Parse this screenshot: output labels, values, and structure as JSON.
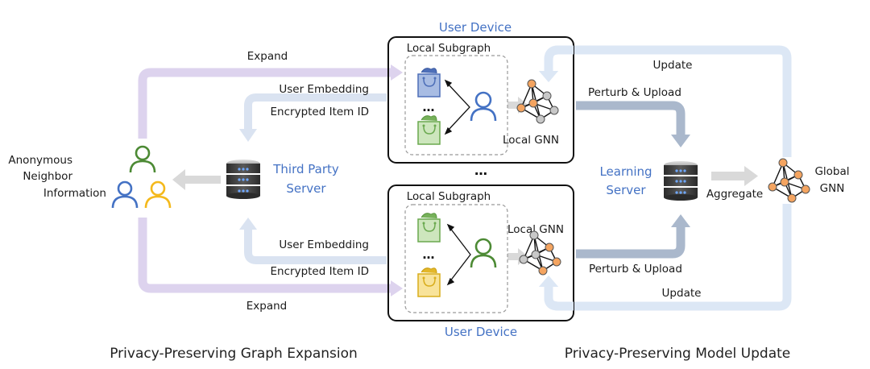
{
  "colors": {
    "expand_arrow": "#ddd3ee",
    "embedding_arrow": "#dae3f1",
    "upload_arrow": "#aab8cc",
    "update_arrow": "#dce7f5",
    "gray_arrow": "#d9d9d9",
    "accent_blue": "#4472c4",
    "user_green": "#4c8a34",
    "user_blue": "#4472c4",
    "user_yellow": "#f4b91c",
    "node_orange": "#f4a460",
    "node_gray": "#c8c8c8"
  },
  "left": {
    "neighbor_label": [
      "Anonymous",
      "Neighbor",
      "Information"
    ],
    "third_party_label": [
      "Third Party",
      "Server"
    ],
    "expand_top": "Expand",
    "expand_bottom": "Expand",
    "user_embedding_top": "User Embedding",
    "encrypted_item_top": "Encrypted Item ID",
    "user_embedding_bottom": "User Embedding",
    "encrypted_item_bottom": "Encrypted Item ID",
    "caption": "Privacy-Preserving Graph Expansion"
  },
  "devices": {
    "top_title": "User Device",
    "bottom_title": "User Device",
    "subgraph_label_top": "Local Subgraph",
    "subgraph_label_bottom": "Local Subgraph",
    "gnn_label_top": "Local GNN",
    "gnn_label_bottom": "Local GNN",
    "ellipsis": "…",
    "between_devices": "…"
  },
  "right": {
    "update_top": "Update",
    "update_bottom": "Update",
    "perturb_top": "Perturb & Upload",
    "perturb_bottom": "Perturb & Upload",
    "learning_server_label": [
      "Learning",
      "Server"
    ],
    "aggregate": "Aggregate",
    "global_gnn_label": [
      "Global",
      "GNN"
    ],
    "caption": "Privacy-Preserving Model Update"
  }
}
